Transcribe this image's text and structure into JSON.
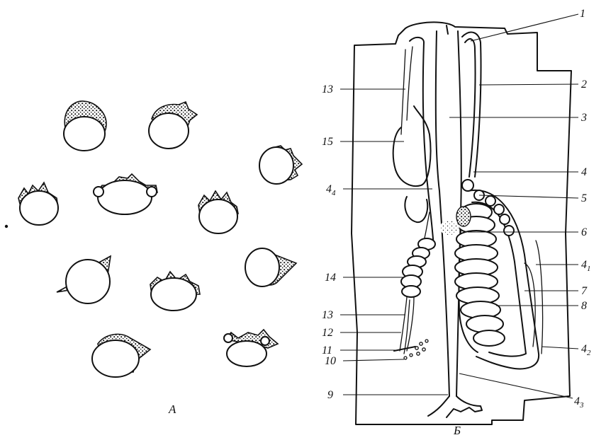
{
  "panels": {
    "a": {
      "caption": "А"
    },
    "b": {
      "caption": "Б",
      "labels": {
        "l1": {
          "main": "1",
          "sub": ""
        },
        "l2": {
          "main": "2",
          "sub": ""
        },
        "l3": {
          "main": "3",
          "sub": ""
        },
        "l4": {
          "main": "4",
          "sub": ""
        },
        "l5": {
          "main": "5",
          "sub": ""
        },
        "l6": {
          "main": "6",
          "sub": ""
        },
        "l4_1": {
          "main": "4",
          "sub": "1"
        },
        "l7": {
          "main": "7",
          "sub": ""
        },
        "l8": {
          "main": "8",
          "sub": ""
        },
        "l4_2": {
          "main": "4",
          "sub": "2"
        },
        "l4_3": {
          "main": "4",
          "sub": "3"
        },
        "l13a": {
          "main": "13",
          "sub": ""
        },
        "l15": {
          "main": "15",
          "sub": ""
        },
        "l4_4": {
          "main": "4",
          "sub": "4"
        },
        "l14": {
          "main": "14",
          "sub": ""
        },
        "l13b": {
          "main": "13",
          "sub": ""
        },
        "l12": {
          "main": "12",
          "sub": ""
        },
        "l11": {
          "main": "11",
          "sub": ""
        },
        "l10": {
          "main": "10",
          "sub": ""
        },
        "l9": {
          "main": "9",
          "sub": ""
        }
      }
    }
  }
}
